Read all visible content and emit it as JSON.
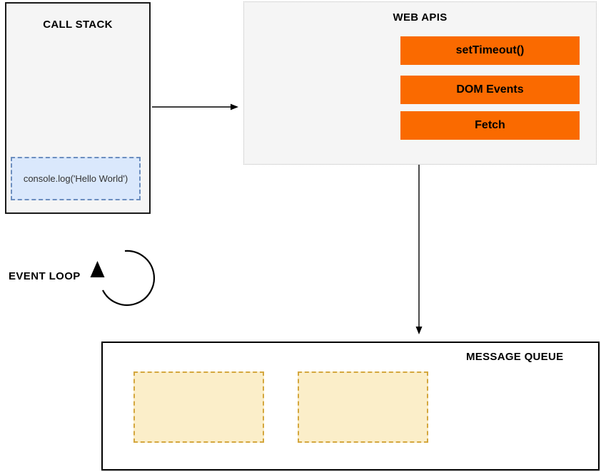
{
  "call_stack": {
    "title": "CALL STACK",
    "frames": [
      {
        "label": "console.log('Hello World')"
      }
    ]
  },
  "web_apis": {
    "title": "WEB APIS",
    "items": [
      {
        "label": "setTimeout()"
      },
      {
        "label": "DOM Events"
      },
      {
        "label": "Fetch"
      }
    ]
  },
  "event_loop": {
    "label": "EVENT LOOP",
    "icon": "circular-arrow-icon"
  },
  "message_queue": {
    "title": "MESSAGE QUEUE",
    "empty_slots": 2
  },
  "connectors": {
    "call_stack_to_web_apis": "arrow-right",
    "web_apis_to_message_queue": "arrow-down"
  },
  "colors": {
    "orange": "#FA6A00",
    "panel_bg": "#F5F5F5",
    "panel_border": "#1A1A1A",
    "frame_bg": "#DAE8FC",
    "frame_border": "#6C8EBF",
    "slot_bg": "#FBEEC9",
    "slot_border": "#D4A73E",
    "line": "#000000"
  }
}
